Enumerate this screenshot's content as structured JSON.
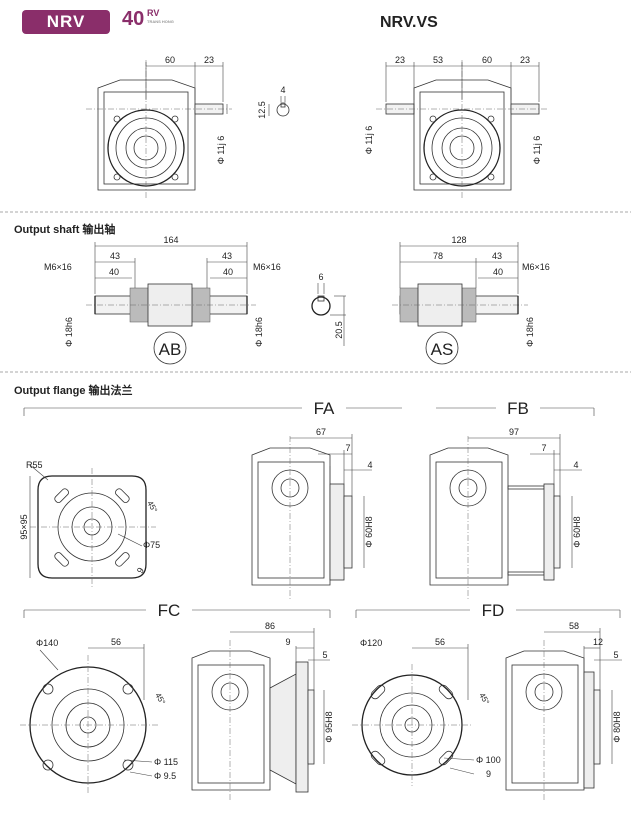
{
  "header": {
    "badge": "NRV",
    "size": "40",
    "series": "RV",
    "brand_sub": "TRANS HONG",
    "model": "NRV.VS"
  },
  "top": {
    "left": {
      "d60": "60",
      "d23": "23",
      "shaft_dia": "Φ 11j 6"
    },
    "key": {
      "w": "4",
      "h": "12.5"
    },
    "right": {
      "d23a": "23",
      "d53": "53",
      "d60": "60",
      "d23b": "23",
      "dia_l": "Φ 11j 6",
      "dia_r": "Φ 11j 6"
    }
  },
  "output_shaft": {
    "title": "Output shaft 输出轴",
    "ab": {
      "total": "164",
      "l43": "43",
      "r43": "43",
      "l40": "40",
      "r40": "40",
      "thread_l": "M6×16",
      "thread_r": "M6×16",
      "dia_l": "Φ 18h6",
      "dia_r": "Φ 18h6",
      "label": "AB"
    },
    "sec": {
      "w": "6",
      "h": "20.5"
    },
    "as": {
      "total": "128",
      "d78": "78",
      "d43": "43",
      "d40": "40",
      "thread": "M6×16",
      "dia": "Φ 18h6",
      "label": "AS"
    }
  },
  "output_flange": {
    "title": "Output flange  输出法兰",
    "square": {
      "r": "R55",
      "size": "95×95",
      "angle": "45°",
      "bolt": "Φ75",
      "hole": "9"
    },
    "fa": {
      "label": "FA",
      "d67": "67",
      "d7": "7",
      "d4": "4",
      "pilot": "Φ 60H8"
    },
    "fb": {
      "label": "FB",
      "d97": "97",
      "d7": "7",
      "d4": "4",
      "pilot": "Φ 60H8"
    },
    "fc": {
      "label": "FC",
      "outer": "Φ140",
      "d56": "56",
      "angle": "45°",
      "bolt": "Φ 115",
      "hole": "Φ 9.5",
      "d86": "86",
      "d9": "9",
      "d5": "5",
      "pilot": "Φ 95H8"
    },
    "fd": {
      "label": "FD",
      "outer": "Φ120",
      "d56": "56",
      "angle": "45°",
      "bolt": "Φ 100",
      "hole": "9",
      "d58": "58",
      "d12": "12",
      "d5": "5",
      "pilot": "Φ 80H8"
    }
  }
}
